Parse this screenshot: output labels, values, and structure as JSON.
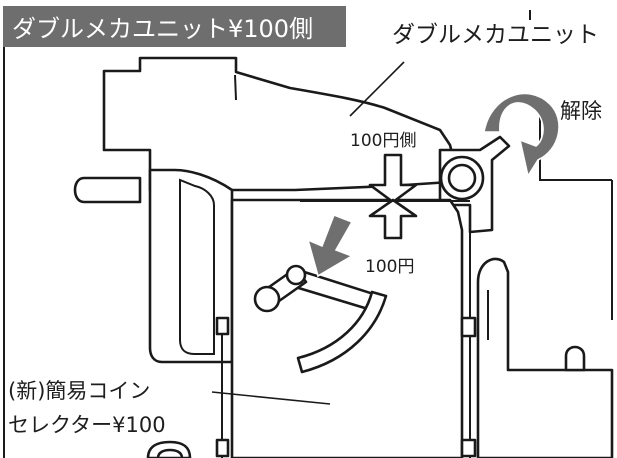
{
  "title": "ダブルメカユニット¥100側",
  "labels": {
    "double_mech_unit": "ダブルメカユニット",
    "release": "解除",
    "side_100yen": "100円側",
    "yen100": "100円",
    "selector_line1": "(新)簡易コイン",
    "selector_line2": "セレクター¥100"
  },
  "colors": {
    "title_bg": "#6e6e6e",
    "arrow_fill": "#6f6f6f",
    "line": "#1a1a1a"
  }
}
